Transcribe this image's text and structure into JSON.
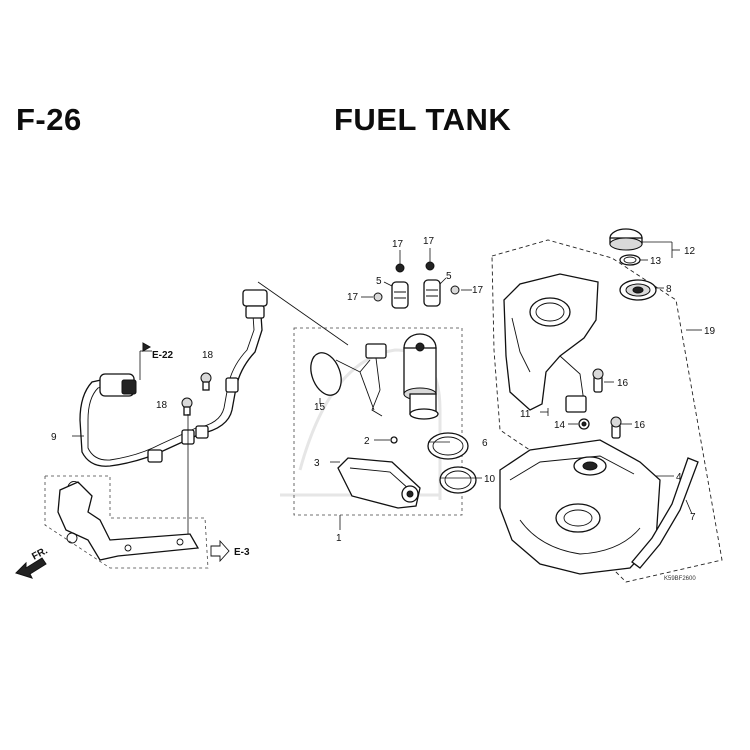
{
  "header": {
    "section_code": "F-26",
    "title": "FUEL TANK"
  },
  "callouts": {
    "c1": "1",
    "c2": "2",
    "c3": "3",
    "c4": "4",
    "c5a": "5",
    "c5b": "5",
    "c6": "6",
    "c7": "7",
    "c8": "8",
    "c9": "9",
    "c10": "10",
    "c11": "11",
    "c12": "12",
    "c13": "13",
    "c14": "14",
    "c15": "15",
    "c16a": "16",
    "c16b": "16",
    "c17a": "17",
    "c17b": "17",
    "c17c": "17",
    "c17d": "17",
    "c18a": "18",
    "c18b": "18",
    "c19": "19"
  },
  "references": {
    "e22": "E-22",
    "e3": "E-3",
    "front": "FR."
  },
  "catalog_code": "K59BF2600"
}
